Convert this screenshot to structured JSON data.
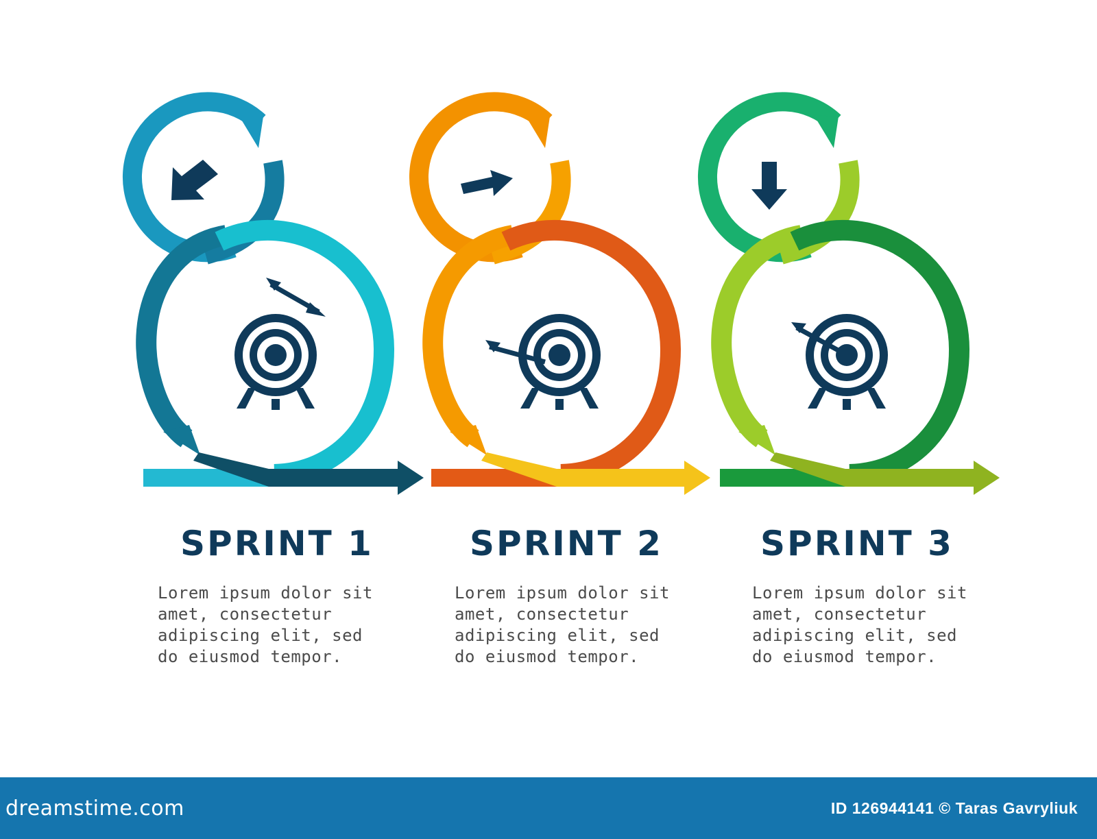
{
  "sprints": [
    {
      "title": "SPRINT 1",
      "description": "Lorem ipsum dolor sit amet, consectetur adipiscing elit, sed do eiusmod tempor.",
      "colors": {
        "small_a": "#1a98bf",
        "small_b": "#157ca0",
        "big_a": "#137795",
        "big_b": "#18bfcf",
        "base_a": "#23b9d2",
        "base_b": "#0f4f66"
      },
      "small_icon": "arrow-down-left-icon",
      "big_icon": "target-with-arrow-icon"
    },
    {
      "title": "SPRINT 2",
      "description": "Lorem ipsum dolor sit amet, consectetur adipiscing elit, sed do eiusmod tempor.",
      "colors": {
        "small_a": "#f39200",
        "small_b": "#f6a100",
        "big_a": "#f59a00",
        "big_b": "#e05a17",
        "base_a": "#e35a16",
        "base_b": "#f5c31a"
      },
      "small_icon": "arrow-right-icon",
      "big_icon": "target-with-arrow-icon"
    },
    {
      "title": "SPRINT 3",
      "description": "Lorem ipsum dolor sit amet, consectetur adipiscing elit, sed do eiusmod tempor.",
      "colors": {
        "small_a": "#19b06e",
        "small_b": "#9ccc2a",
        "big_a": "#9ccc2a",
        "big_b": "#1a8f3c",
        "base_a": "#1a9a3c",
        "base_b": "#8fb320"
      },
      "small_icon": "arrow-down-icon",
      "big_icon": "target-with-arrow-icon"
    }
  ],
  "icon_color": "#0f3a5a",
  "footer": {
    "logo": "dreamstime.com",
    "credit": "ID 126944141 © Taras Gavryliuk",
    "background": "#1575ae"
  }
}
